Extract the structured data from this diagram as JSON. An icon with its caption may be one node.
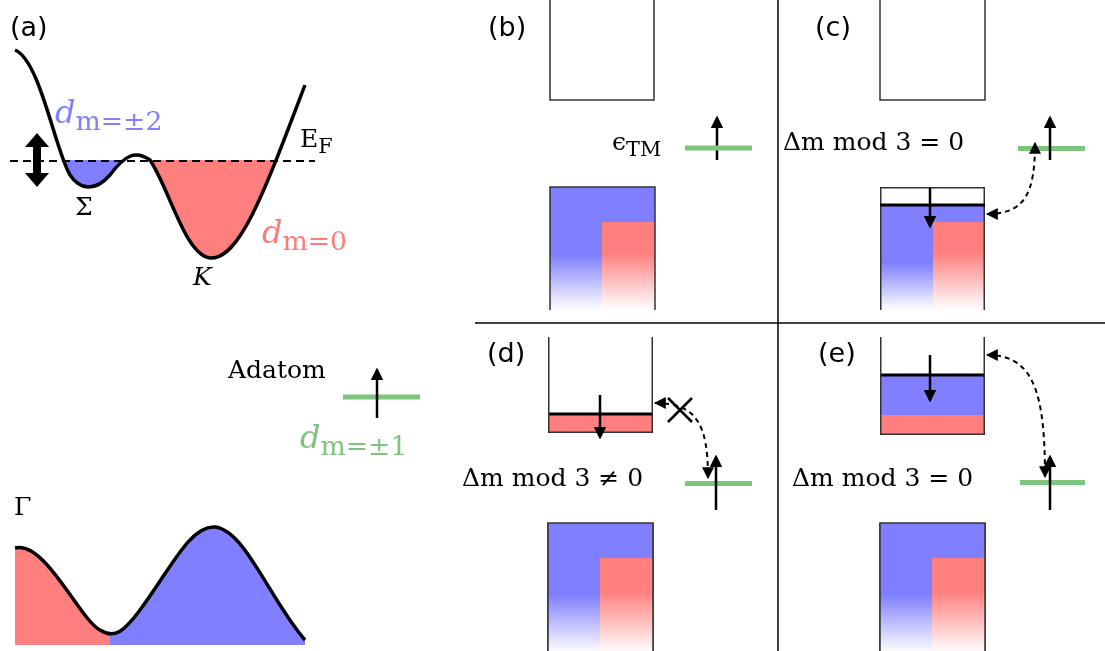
{
  "diagram": {
    "nodes": [
      {
        "text": [],
        "shape": "box"
      },
      {
        "text": [],
        "shape": "bar"
      },
      {
        "text": [],
        "shape": "box"
      },
      {
        "text": [],
        "shape": "bar"
      },
      {
        "text": [],
        "shape": "box"
      },
      {
        "text": [],
        "shape": "bar"
      }
    ],
    "edges": [
      {
        "from": 0,
        "to": 1,
        "arrow": "both",
        "style": "dashed"
      },
      {
        "from": 2,
        "to": 3,
        "arrow": "both",
        "style": "dashed"
      },
      {
        "from": 4,
        "to": 5,
        "arrow": "both",
        "style": "dashed"
      }
    ],
    "labels": [
      "(a)",
      "*d*$_{m=±2}$",
      "E$_{F}$",
      "Σ",
      "*d*$_{m=0}$",
      "K",
      "Adatom",
      "*d*$_{m=±1}$",
      "Γ",
      "(b)",
      "ϵ$_{TM}$",
      "(c)",
      "Δm mod 3 = 0",
      "(d)",
      "Δm mod 3 ≠ 0",
      "(e)",
      "Δm mod 3 = 0"
    ]
  }
}
